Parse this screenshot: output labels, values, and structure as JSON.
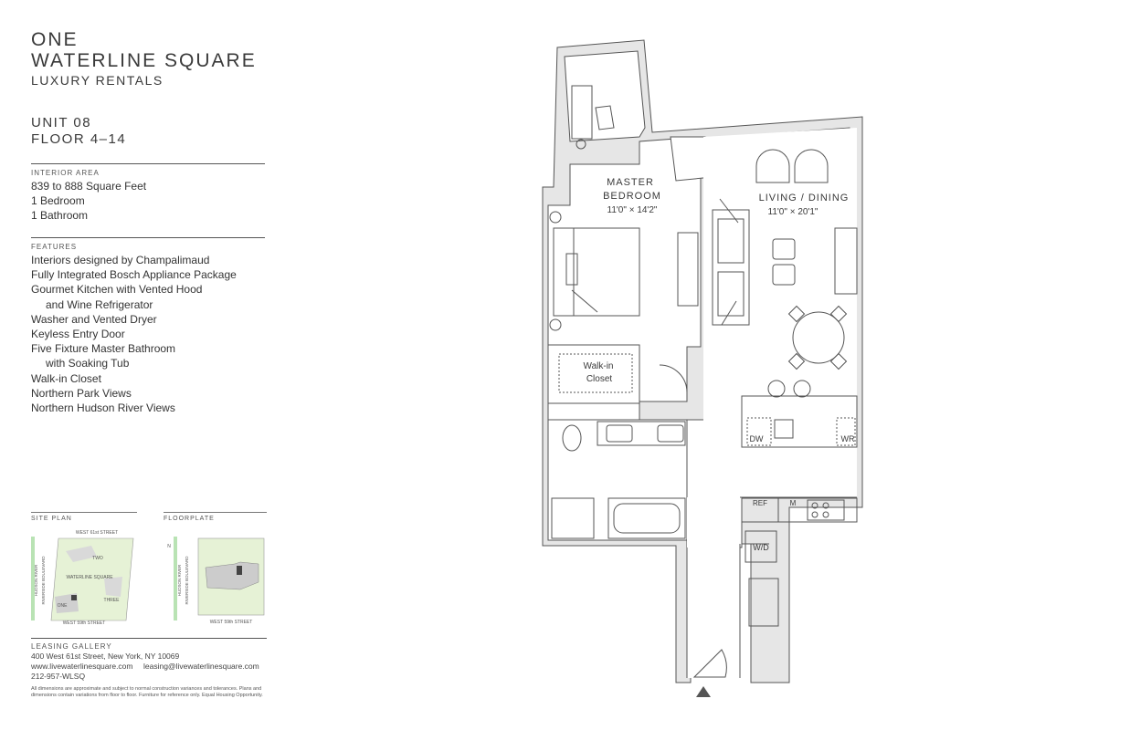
{
  "header": {
    "title_line1": "ONE",
    "title_line2": "WATERLINE SQUARE",
    "subtitle": "LUXURY RENTALS",
    "unit": "UNIT 08",
    "floor": "FLOOR 4–14"
  },
  "interior": {
    "heading": "INTERIOR AREA",
    "area": "839 to 888 Square Feet",
    "bedrooms": "1 Bedroom",
    "bathrooms": "1 Bathroom"
  },
  "features": {
    "heading": "FEATURES",
    "items": [
      "Interiors designed by Champalimaud",
      "Fully Integrated Bosch Appliance Package",
      "Gourmet Kitchen with Vented Hood",
      "and Wine Refrigerator",
      "Washer and Vented Dryer",
      "Keyless Entry Door",
      "Five Fixture Master Bathroom",
      "with Soaking Tub",
      "Walk-in Closet",
      "Northern Park Views",
      "Northern Hudson River Views"
    ]
  },
  "site_plan": {
    "heading": "SITE PLAN",
    "top_street": "WEST 61st STREET",
    "bottom_street": "WEST 59th STREET",
    "left_label1": "HUDSON RIVER",
    "left_label2": "RIVERSIDE BOULEVARD",
    "two": "TWO",
    "center": "WATERLINE SQUARE",
    "one": "ONE",
    "three": "THREE"
  },
  "floorplate": {
    "heading": "FLOORPLATE",
    "left_label1": "HUDSON RIVER",
    "left_label2": "RIVERSIDE BOULEVARD",
    "bottom_street": "WEST 59th STREET",
    "north": "N"
  },
  "leasing": {
    "heading": "LEASING GALLERY",
    "address": "400 West 61st Street, New York, NY 10069",
    "website": "www.livewaterlinesquare.com",
    "email": "leasing@livewaterlinesquare.com",
    "phone": "212-957-WLSQ",
    "disclaimer_line1": "All dimensions are approximate and subject to normal construction variances and tolerances. Plans and",
    "disclaimer_line2": "dimensions contain variations from floor to floor. Furniture for reference only. Equal Housing Opportunity."
  },
  "floorplan": {
    "master_title1": "MASTER",
    "master_title2": "BEDROOM",
    "master_dims": "11'0\" × 14'2\"",
    "living_title": "LIVING / DINING",
    "living_dims": "11'0\" × 20'1\"",
    "closet1": "Walk-in",
    "closet2": "Closet",
    "dw": "DW",
    "wr": "WR",
    "ref": "REF",
    "m": "M",
    "wd": "W/D"
  },
  "colors": {
    "wall_fill": "#e6e6e6",
    "wall_stroke": "#555555",
    "text": "#3a3a3a",
    "map_green": "#e6f2d6",
    "map_stripe": "#b9e3b4"
  }
}
